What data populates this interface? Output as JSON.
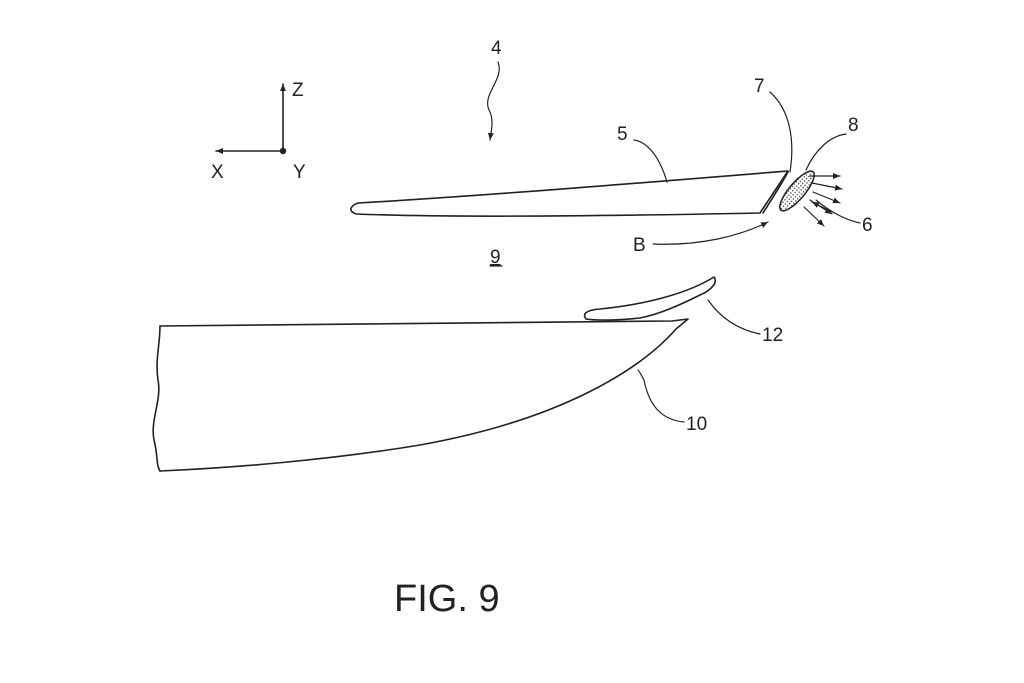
{
  "figure": {
    "caption": "FIG. 9",
    "reference_labels": {
      "assembly": "4",
      "upper_wing": "5",
      "nozzle": "6",
      "edge": "7",
      "jet": "8",
      "gap": "9",
      "lower_body": "10",
      "flap": "12",
      "flow": "B"
    },
    "axes": {
      "z": "Z",
      "x": "X",
      "y": "Y"
    },
    "colors": {
      "ink": "#222222",
      "background": "#ffffff"
    }
  }
}
